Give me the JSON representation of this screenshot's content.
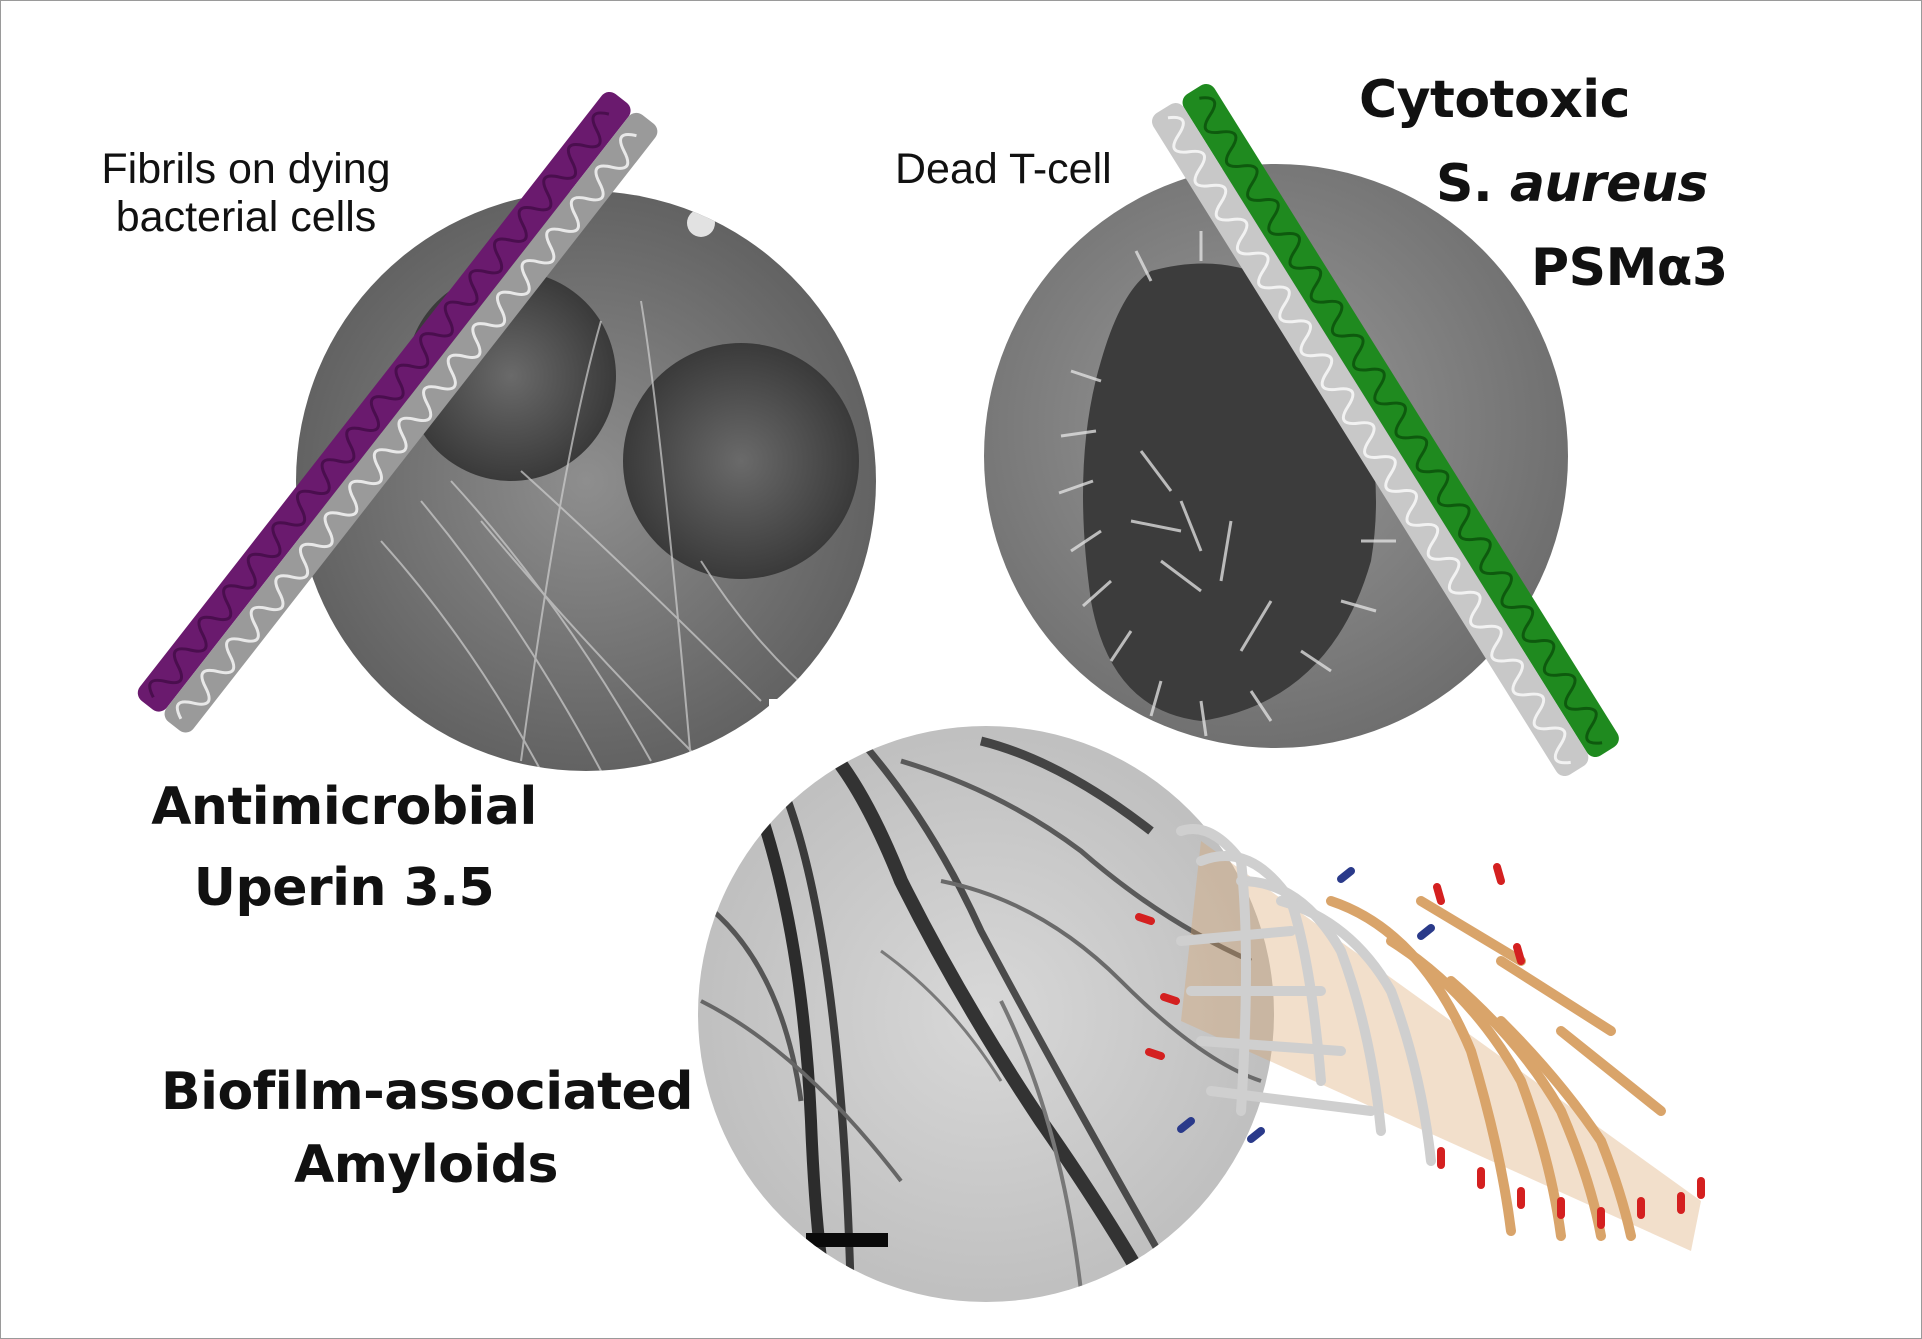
{
  "panels": {
    "antimicrobial": {
      "note_line1": "Fibrils on dying",
      "note_line2": "bacterial cells",
      "title_line1": "Antimicrobial",
      "title_line2": "Uperin 3.5"
    },
    "cytotoxic": {
      "note": "Dead T-cell",
      "title_line1": "Cytotoxic",
      "title_line2_regular": "S. ",
      "title_line2_italic": "aureus",
      "title_line3": "PSMα3"
    },
    "biofilm": {
      "title_line1": "Biofilm-associated",
      "title_line2": "Amyloids"
    }
  },
  "colors": {
    "uperin_fibril": "#6a1a6e",
    "psm_fibril": "#1f8a1f",
    "curli_fibril": "#d9a46a",
    "fibril_gray": "#b8b8b8",
    "oxygen_tip": "#d42020",
    "nitrogen_tip": "#2a3a8a"
  }
}
